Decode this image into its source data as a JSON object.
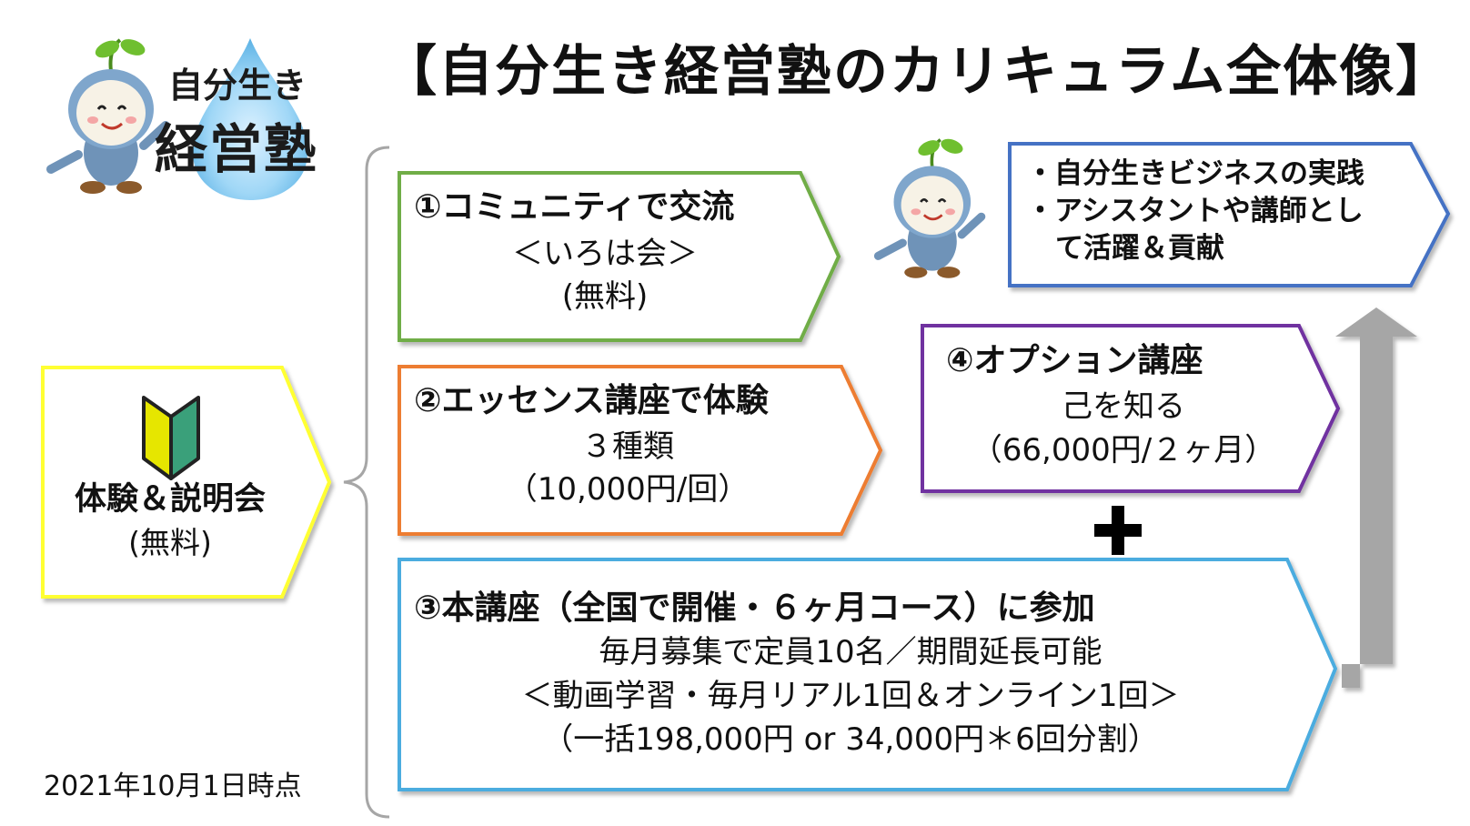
{
  "title": "【自分生き経営塾のカリキュラム全体像】",
  "logo": {
    "line1": "自分生き",
    "line2": "経営塾"
  },
  "intro": {
    "label": "体験＆説明会",
    "note": "(無料)"
  },
  "step1": {
    "title": "①コミュニティで交流",
    "line2": "＜いろは会＞",
    "line3": "(無料)"
  },
  "step2": {
    "title": "②エッセンス講座で体験",
    "line2": "３種類",
    "line3": "（10,000円/回）"
  },
  "step3": {
    "title": "③本講座（全国で開催・６ヶ月コース）に参加",
    "line2": "毎月募集で定員10名／期間延長可能",
    "line3": "＜動画学習・毎月リアル1回＆オンライン1回＞",
    "line4": "（一括198,000円 or 34,000円＊6回分割）"
  },
  "step4": {
    "title": "④オプション講座",
    "line2": "己を知る",
    "line3": "（66,000円/２ヶ月）"
  },
  "plus": "＋",
  "goal": {
    "line1": "・自分生きビジネスの実践",
    "line2": "・アシスタントや講師とし",
    "line3": "て活躍＆貢献"
  },
  "date_note": "2021年10月1日時点",
  "icons": [
    "mascot-icon",
    "water-drop-icon",
    "beginner-mark-icon",
    "plus-icon",
    "arrow-up-icon"
  ],
  "colors": {
    "step1": "#70ad47",
    "step2": "#ed7d31",
    "step3": "#4bacdf",
    "step4": "#7030a0",
    "goal": "#4472c4",
    "intro": "#ffff33",
    "arrow": "#a6a6a6",
    "beginner_yellow": "#e6e600",
    "beginner_green": "#3aa07a"
  }
}
